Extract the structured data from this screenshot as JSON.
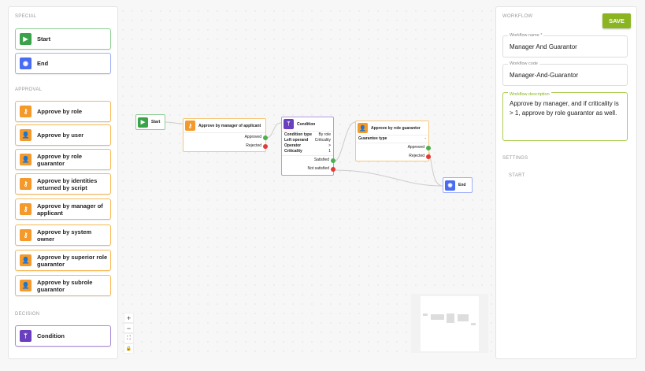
{
  "palette": {
    "special_label": "SPECIAL",
    "approval_label": "APPROVAL",
    "decision_label": "DECISION",
    "special": [
      {
        "label": "Start",
        "icon": "play-icon"
      },
      {
        "label": "End",
        "icon": "stop-circle-icon"
      }
    ],
    "approval": [
      {
        "label": "Approve by role",
        "icon": "key-icon"
      },
      {
        "label": "Approve by user",
        "icon": "user-icon"
      },
      {
        "label": "Approve by role guarantor",
        "icon": "user-badge-icon"
      },
      {
        "label": "Approve by identities returned by script",
        "icon": "key-icon"
      },
      {
        "label": "Approve by manager of applicant",
        "icon": "key-icon"
      },
      {
        "label": "Approve by system owner",
        "icon": "key-icon"
      },
      {
        "label": "Approve by superior role guarantor",
        "icon": "user-badge-icon"
      },
      {
        "label": "Approve by subrole guarantor",
        "icon": "user-badge-icon"
      }
    ],
    "decision": [
      {
        "label": "Condition",
        "icon": "branch-icon"
      }
    ]
  },
  "canvas": {
    "start": {
      "label": "Start"
    },
    "manager": {
      "title": "Approve by manager of applicant",
      "approved": "Approved",
      "rejected": "Rejected"
    },
    "condition": {
      "title": "Condition",
      "rows": [
        [
          "Condition type",
          "By role"
        ],
        [
          "Left operand",
          "Criticality"
        ],
        [
          "Operator",
          ">"
        ],
        [
          "Criticality",
          "1"
        ]
      ],
      "satisfied": "Satisfied",
      "not_satisfied": "Not satisfied"
    },
    "guarantor": {
      "title": "Approve by role guarantor",
      "row": [
        "Guarantee type",
        "-"
      ],
      "approved": "Approved",
      "rejected": "Rejected"
    },
    "end": {
      "label": "End"
    },
    "controls": {
      "zoom_in": "+",
      "zoom_out": "−",
      "fit": "⛶",
      "lock": "🔒"
    }
  },
  "workflow": {
    "section": "WORKFLOW",
    "save": "SAVE",
    "name_label": "Workflow name *",
    "name": "Manager And Guarantor",
    "code_label": "Workflow code",
    "code": "Manager-And-Guarantor",
    "desc_label": "Workflow description",
    "desc": "Approve by manager, and if criticality is > 1, approve by role guarantor as well.",
    "settings": "SETTINGS",
    "start": "START"
  },
  "colors": {
    "accent": "#8ab520",
    "approval": "#f4992a",
    "start": "#3aa34a",
    "end": "#4a6cf0",
    "condition": "#6a3fbf"
  }
}
